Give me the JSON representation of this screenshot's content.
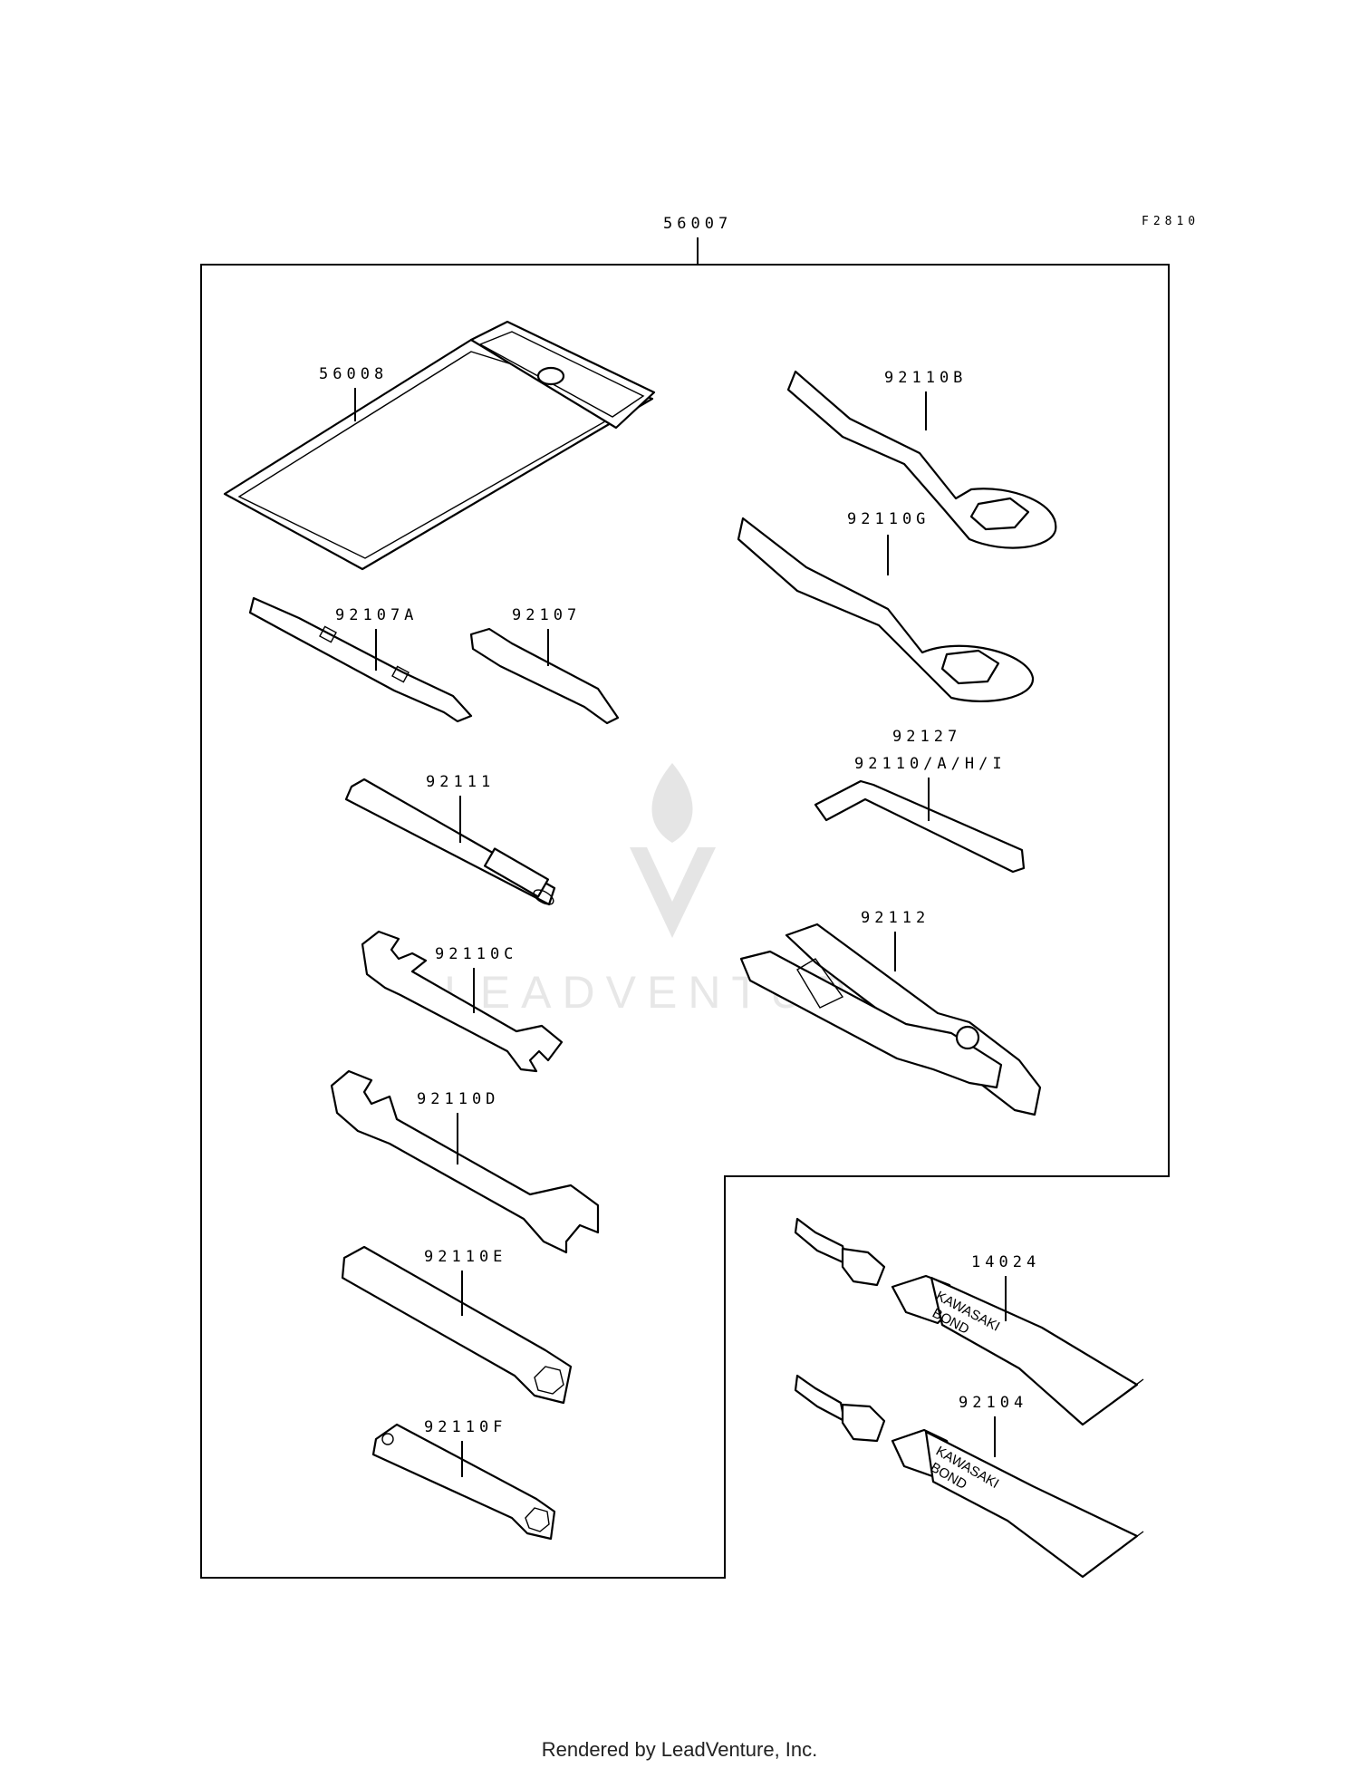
{
  "diagram": {
    "figure_code": "F2810",
    "assembly_label": "56007",
    "parts": {
      "tool_bag": "56008",
      "ring_wrench_b": "92110B",
      "ring_wrench_g": "92110G",
      "screwdriver_double": "92107A",
      "screwdriver": "92107",
      "hex_key_1": "92127",
      "hex_key_2": "92110/A/H/I",
      "handle_bar": "92111",
      "pliers": "92112",
      "spanner_c": "92110C",
      "spanner_d": "92110D",
      "box_wrench_e": "92110E",
      "box_wrench_f": "92110F",
      "bond_tube_1": "14024",
      "bond_tube_2": "92104"
    },
    "tube_print": {
      "line1": "KAWASAKI",
      "line2": "BOND"
    },
    "watermark": "LEADVENTURE"
  },
  "footer": {
    "text": "Rendered by LeadVenture, Inc."
  }
}
